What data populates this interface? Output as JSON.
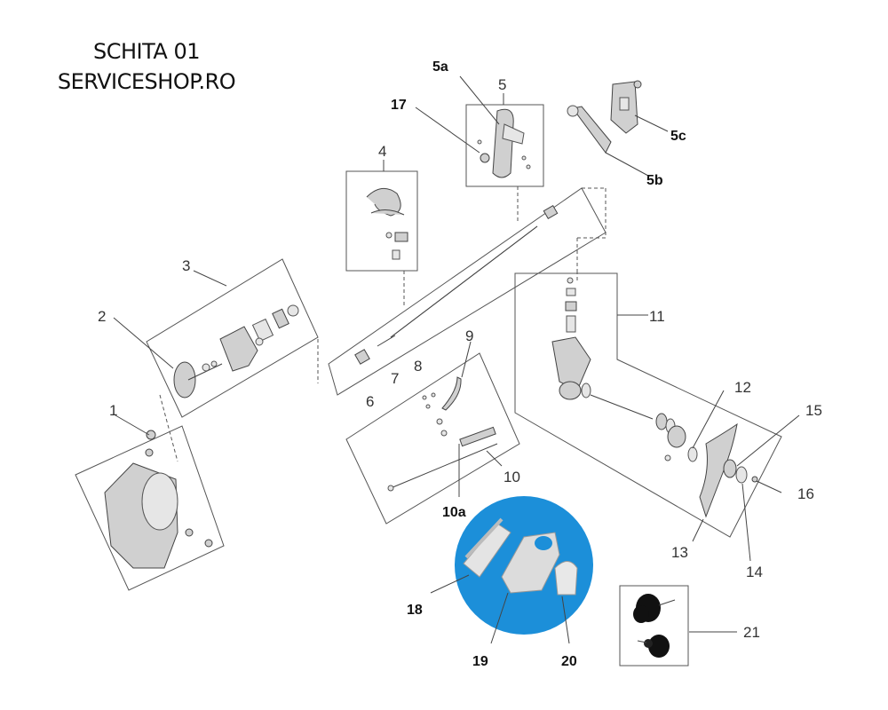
{
  "header": {
    "line1": "SCHITA 01",
    "line2": "SERVICESHOP.RO"
  },
  "callouts": [
    "1",
    "2",
    "3",
    "4",
    "5",
    "5a",
    "5b",
    "5c",
    "6",
    "7",
    "8",
    "9",
    "10",
    "10a",
    "11",
    "12",
    "13",
    "14",
    "15",
    "16",
    "17",
    "18",
    "19",
    "20",
    "21"
  ],
  "colors": {
    "photo_circle": "#1c8fd9",
    "line": "#444444",
    "part_fill": "#d0d0d0"
  }
}
